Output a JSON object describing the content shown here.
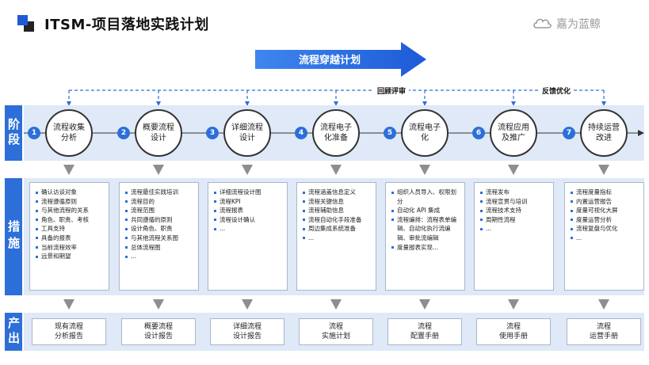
{
  "header": {
    "title": "ITSM-项目落地实践计划",
    "brand": "嘉为蓝鲸"
  },
  "banner": {
    "label": "流程穿越计划"
  },
  "feedback": {
    "review": "回顾评审",
    "optimize": "反馈优化"
  },
  "rows": {
    "stage": "阶段",
    "measure": "措施",
    "output": "产出"
  },
  "stages": [
    {
      "num": "1",
      "label": "流程收集分析"
    },
    {
      "num": "2",
      "label": "概要流程设计"
    },
    {
      "num": "3",
      "label": "详细流程设计"
    },
    {
      "num": "4",
      "label": "流程电子化准备"
    },
    {
      "num": "5",
      "label": "流程电子化"
    },
    {
      "num": "6",
      "label": "流程应用及推广"
    },
    {
      "num": "7",
      "label": "持续运营改进"
    }
  ],
  "measures": [
    [
      "确认访谈对象",
      "流程遵循原则",
      "与其他流程的关系",
      "角色、职责、考核",
      "工具支持",
      "具备的报表",
      "当前流程效率",
      "远景和期望"
    ],
    [
      "流程最佳实践培训",
      "流程目的",
      "流程范围",
      "共同遵循的原则",
      "设计角色、职责",
      "与其他流程关系图",
      "总体流程图",
      "..."
    ],
    [
      "详细流程设计图",
      "流程KPI",
      "流程报表",
      "流程设计确认",
      "..."
    ],
    [
      "流程涵盖信息定义",
      "流程关键信息",
      "流程辅助信息",
      "流程自动化手段准备",
      "周边集成系统准备",
      "..."
    ],
    [
      "组织人员导入、权限划分",
      "自动化 API 集成",
      "流程编排：流程表单编辑、自动化执行流编辑、审批流编辑",
      "度量报表实现..."
    ],
    [
      "流程发布",
      "流程宣贯与培训",
      "流程技术支持",
      "周期性流程",
      "..."
    ],
    [
      "流程度量指标",
      "内置运营报告",
      "度量可视化大屏",
      "度量运营分析",
      "流程复盘与优化",
      "..."
    ]
  ],
  "outputs": [
    "现有流程分析报告",
    "概要流程设计报告",
    "详细流程设计报告",
    "流程实施计划",
    "流程配置手册",
    "流程使用手册",
    "流程运营手册"
  ],
  "colors": {
    "accent": "#2d6fd8",
    "band": "#dfe9f7",
    "arrow": "#1d5ad8"
  }
}
